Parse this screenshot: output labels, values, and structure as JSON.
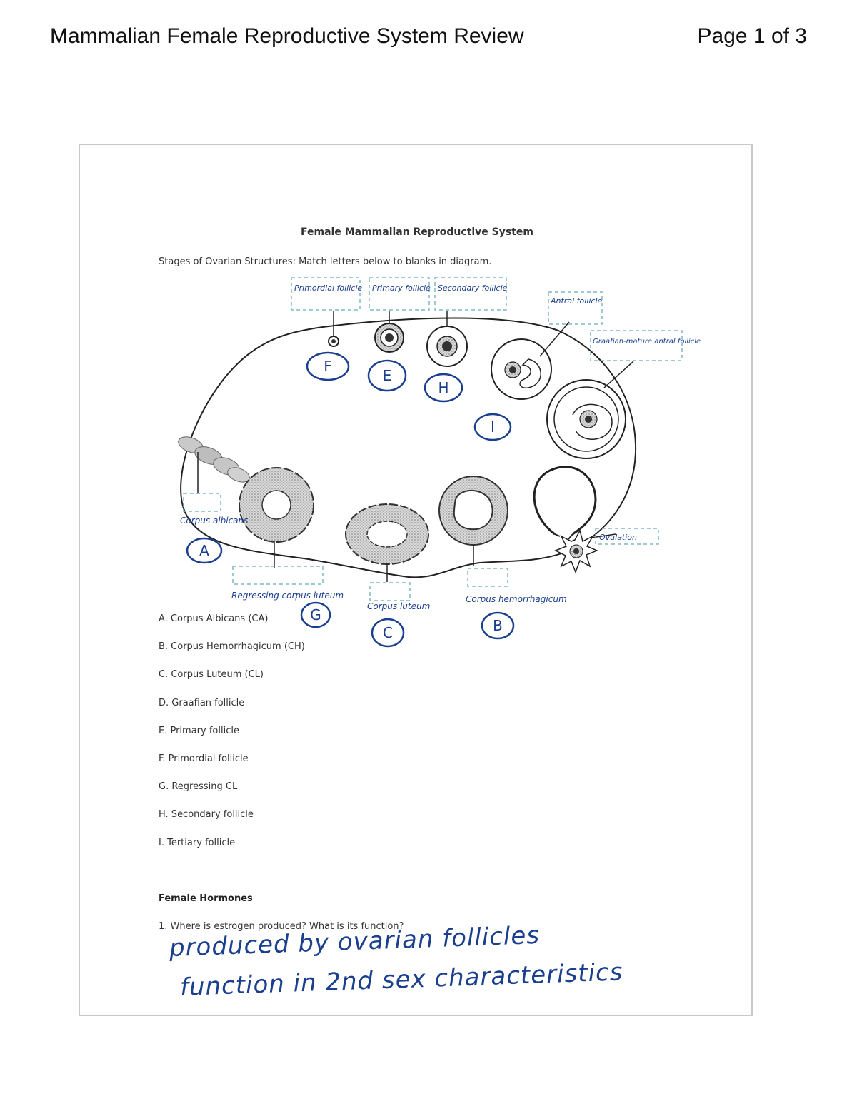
{
  "page": {
    "header_title": "Mammalian Female Reproductive System Review",
    "page_number": "Page 1 of 3"
  },
  "worksheet": {
    "title": "Female Mammalian Reproductive System",
    "instructions": "Stages of Ovarian Structures: Match letters below to blanks in diagram.",
    "handwritten_labels": [
      {
        "id": "primordial",
        "text": "Primordial follicle"
      },
      {
        "id": "primary",
        "text": "Primary follicle"
      },
      {
        "id": "secondary",
        "text": "Secondary follicle"
      },
      {
        "id": "antral",
        "text": "Antral follicle"
      },
      {
        "id": "graafian",
        "text": "Graafian-mature antral follicle"
      },
      {
        "id": "ovulation",
        "text": "Ovulation"
      },
      {
        "id": "corpus-albicans",
        "text": "Corpus albicans"
      },
      {
        "id": "regressing",
        "text": "Regressing corpus luteum"
      },
      {
        "id": "corpus-luteum",
        "text": "Corpus luteum"
      },
      {
        "id": "hemorrhagicum",
        "text": "Corpus hemorrhagicum"
      }
    ],
    "circled_letters": [
      {
        "id": "primordial",
        "letter": "F"
      },
      {
        "id": "primary",
        "letter": "E"
      },
      {
        "id": "secondary",
        "letter": "H"
      },
      {
        "id": "tertiary",
        "letter": "I"
      },
      {
        "id": "corpus-albicans",
        "letter": "A"
      },
      {
        "id": "regressing",
        "letter": "G"
      },
      {
        "id": "corpus-luteum",
        "letter": "C"
      },
      {
        "id": "hemorrhagicum",
        "letter": "B"
      }
    ],
    "legend": [
      "A. Corpus Albicans (CA)",
      "B. Corpus Hemorrhagicum (CH)",
      "C. Corpus Luteum (CL)",
      "D. Graafian follicle",
      "E. Primary follicle",
      "F. Primordial follicle",
      "G. Regressing CL",
      "H. Secondary follicle",
      "I. Tertiary follicle"
    ],
    "hormones_heading": "Female Hormones",
    "question_1": "1. Where is estrogen produced? What is its function?",
    "answer_line_1": "produced by ovarian follicles",
    "answer_line_2": "function in 2nd sex characteristics"
  },
  "colors": {
    "ink": "#1b3f8f",
    "dashed_box": "#7fb8c2",
    "frame_border": "#c8c8c8"
  }
}
